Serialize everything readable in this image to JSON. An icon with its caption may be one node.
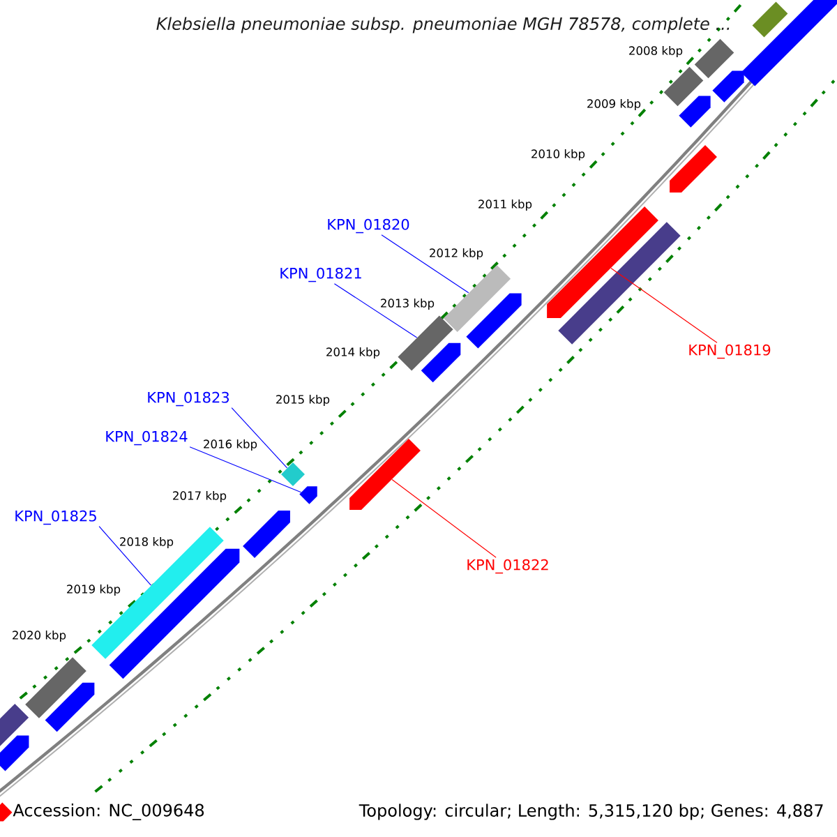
{
  "diagram": {
    "title": "Klebsiella pneumoniae subsp. pneumoniae MGH 78578, complete ...",
    "nodes": [
      {
        "text": [
          "KPN_01820"
        ]
      },
      {
        "text": [
          "KPN_01821"
        ]
      },
      {
        "text": [
          "KPN_01819"
        ]
      },
      {
        "text": [
          "KPN_01823"
        ]
      },
      {
        "text": [
          "KPN_01824"
        ]
      },
      {
        "text": [
          "KPN_01825"
        ]
      },
      {
        "text": [
          "KPN_01822"
        ]
      },
      {
        "text": [],
        "shape": "arrow"
      },
      {
        "text": [],
        "shape": "bar"
      },
      {
        "text": [],
        "shape": "bar"
      },
      {
        "text": [],
        "shape": "arrow"
      },
      {
        "text": [],
        "shape": "bar"
      },
      {
        "text": [],
        "shape": "arrow"
      },
      {
        "text": [],
        "shape": "bar"
      },
      {
        "text": [],
        "shape": "bar"
      },
      {
        "text": [],
        "shape": "bar"
      },
      {
        "text": [],
        "shape": "bar"
      },
      {
        "text": [],
        "shape": "bar"
      },
      {
        "text": [],
        "shape": "arrow"
      },
      {
        "text": [],
        "shape": "arrow"
      },
      {
        "text": [],
        "shape": "arrow"
      },
      {
        "text": [],
        "shape": "bar"
      },
      {
        "text": [],
        "shape": "arrow"
      },
      {
        "text": [],
        "shape": "arrow"
      },
      {
        "text": [],
        "shape": "arrow"
      },
      {
        "text": [],
        "shape": "arrow"
      },
      {
        "text": [],
        "shape": "bar"
      },
      {
        "text": [],
        "shape": "arrow"
      },
      {
        "text": [],
        "shape": "bar"
      },
      {
        "text": [],
        "shape": "arrow"
      },
      {
        "text": [],
        "shape": "arrow"
      }
    ],
    "edges": [
      {
        "from": 0,
        "to": 8,
        "arrow": "none"
      },
      {
        "from": 1,
        "to": 9,
        "arrow": "none"
      },
      {
        "from": 2,
        "to": 7,
        "arrow": "none",
        "color": "#ff0000"
      },
      {
        "from": 3,
        "to": 11,
        "arrow": "none"
      },
      {
        "from": 4,
        "to": 12,
        "arrow": "none"
      },
      {
        "from": 5,
        "to": 13,
        "arrow": "none"
      },
      {
        "from": 6,
        "to": 10,
        "arrow": "none",
        "color": "#ff0000"
      }
    ],
    "labels": [
      "2008 kbp",
      "2009 kbp",
      "2010 kbp",
      "2011 kbp",
      "2012 kbp",
      "2013 kbp",
      "2014 kbp",
      "2015 kbp",
      "2016 kbp",
      "2017 kbp",
      "2018 kbp",
      "2019 kbp",
      "2020 kbp",
      "Accession: NC_009648",
      "Topology: circular; Length: 5,315,120 bp; Genes: 4,887"
    ]
  }
}
